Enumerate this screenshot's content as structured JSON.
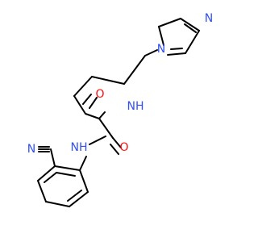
{
  "molecule": {
    "atoms": [
      {
        "id": "N_im1",
        "symbol": "N",
        "color": "#3050f8"
      },
      {
        "id": "N_im3",
        "symbol": "N",
        "color": "#3050f8"
      },
      {
        "id": "NH_top",
        "symbol": "NH",
        "color": "#3050f8"
      },
      {
        "id": "NH_bottom",
        "symbol": "NH",
        "color": "#3050f8"
      },
      {
        "id": "O_top",
        "symbol": "O",
        "color": "#ff0d0d"
      },
      {
        "id": "O_bottom",
        "symbol": "O",
        "color": "#ff0d0d"
      },
      {
        "id": "N_cyano",
        "symbol": "N",
        "color": "#3050f8"
      }
    ]
  }
}
